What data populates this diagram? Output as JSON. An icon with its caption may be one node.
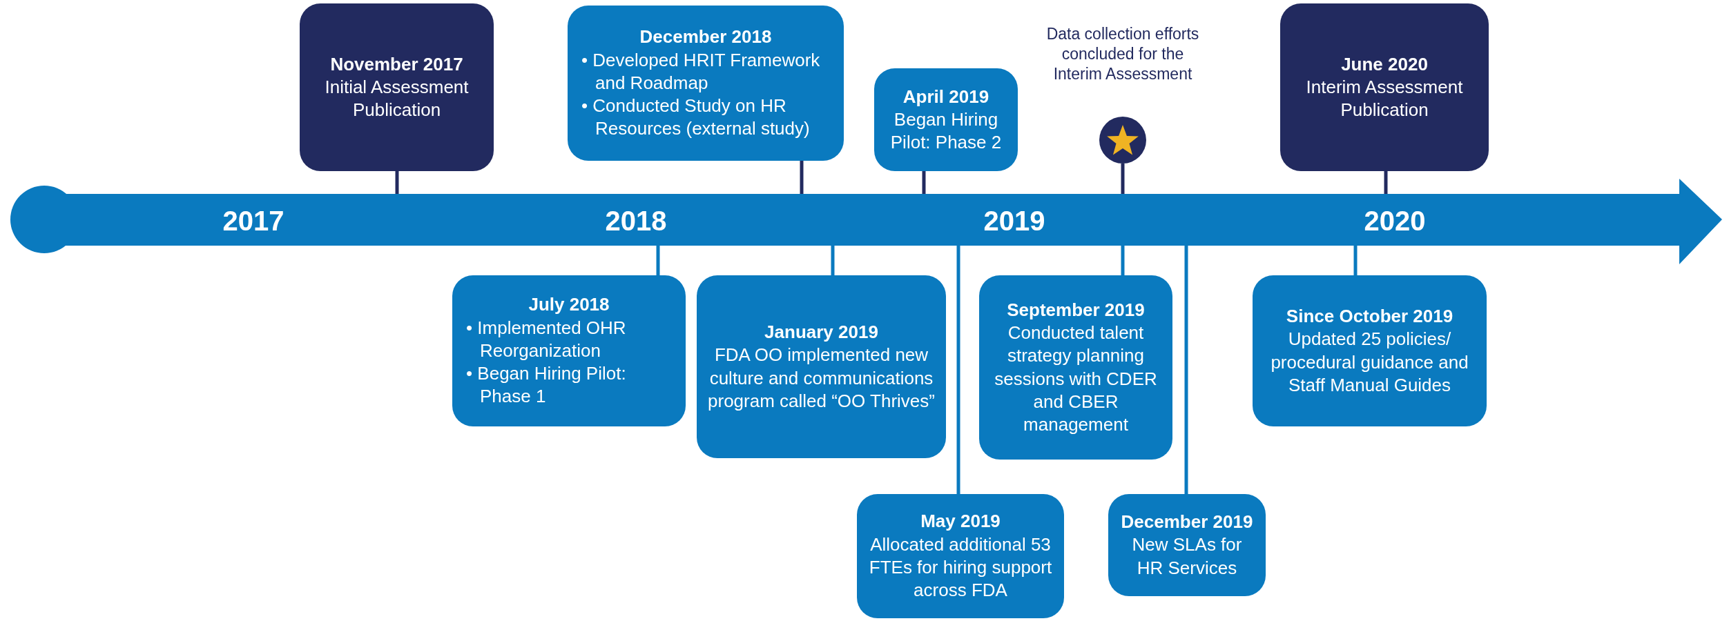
{
  "diagram": {
    "nodes": [
      {
        "text": [
          "November 2017",
          "Initial Assessment Publication"
        ]
      },
      {
        "text": [
          "December 2018",
          "• Developed HRIT Framework and Roadmap",
          "• Conducted Study on HR Resources (external study)"
        ]
      },
      {
        "text": [
          "April 2019",
          "Began Hiring Pilot: Phase 2"
        ]
      },
      {
        "text": [],
        "shape": "circle",
        "beside": [
          "Data collection efforts concluded for the Interim Assessment"
        ]
      },
      {
        "text": [
          "June 2020",
          "Interim Assessment Publication"
        ]
      },
      {
        "text": [
          "2017",
          "2018",
          "2019",
          "2020"
        ]
      },
      {
        "text": [
          "July 2018",
          "• Implemented OHR Reorganization",
          "• Began Hiring Pilot: Phase 1"
        ]
      },
      {
        "text": [
          "January 2019",
          "FDA OO implemented new culture and communications program called “OO Thrives”"
        ]
      },
      {
        "text": [
          "May 2019",
          "Allocated additional 53 FTEs for hiring support across FDA"
        ]
      },
      {
        "text": [
          "September 2019",
          "Conducted talent strategy planning sessions with CDER and CBER management"
        ]
      },
      {
        "text": [
          "December 2019",
          "New SLAs for HR Services"
        ]
      },
      {
        "text": [
          "Since October 2019",
          "Updated 25 policies/ procedural guidance and Staff Manual Guides"
        ]
      }
    ],
    "edges": [
      {
        "from": 0,
        "to": 5,
        "arrow": "none",
        "color": "#222a5f"
      },
      {
        "from": 1,
        "to": 5,
        "arrow": "none",
        "color": "#222a5f"
      },
      {
        "from": 2,
        "to": 5,
        "arrow": "none",
        "color": "#222a5f"
      },
      {
        "from": 3,
        "to": 5,
        "arrow": "none",
        "color": "#222a5f"
      },
      {
        "from": 4,
        "to": 5,
        "arrow": "none",
        "color": "#222a5f"
      },
      {
        "from": 6,
        "to": 5,
        "arrow": "none"
      },
      {
        "from": 7,
        "to": 5,
        "arrow": "none"
      },
      {
        "from": 8,
        "to": 5,
        "arrow": "none"
      },
      {
        "from": 9,
        "to": 5,
        "arrow": "none"
      },
      {
        "from": 10,
        "to": 5,
        "arrow": "none"
      },
      {
        "from": 11,
        "to": 5,
        "arrow": "none"
      }
    ]
  }
}
